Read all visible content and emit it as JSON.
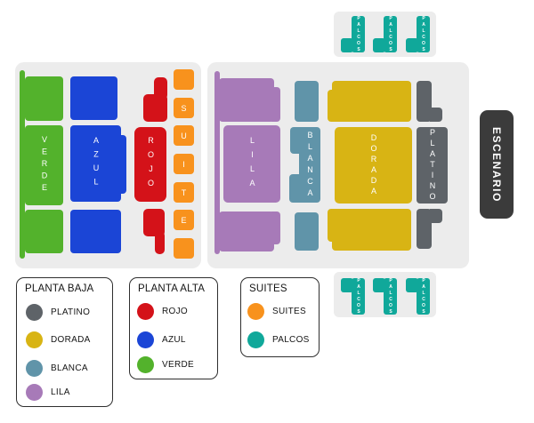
{
  "stage": {
    "label": "ESCENARIO",
    "color": "#3B3B3B"
  },
  "map": {
    "panel_color": "#ECECEC"
  },
  "sections": {
    "verde": {
      "label": "VERDE",
      "color": "#53B22C"
    },
    "azul": {
      "label": "AZUL",
      "color": "#1B45D6"
    },
    "rojo": {
      "label": "ROJO",
      "color": "#D41219"
    },
    "suite": {
      "letters": "SUITE",
      "color": "#F8921D"
    },
    "lila": {
      "label": "LILA",
      "color": "#A77AB8"
    },
    "blanca": {
      "label": "BLANCA",
      "color": "#6094A9"
    },
    "dorada": {
      "label": "DORADA",
      "color": "#D8B414"
    },
    "platino": {
      "label": "PLATINO",
      "color": "#5E6368"
    },
    "palcos": {
      "label": "PALCOS",
      "color": "#10A89A"
    }
  },
  "legends": [
    {
      "title": "PLANTA BAJA",
      "items": [
        {
          "label": "PLATINO",
          "color": "#5E6368"
        },
        {
          "label": "DORADA",
          "color": "#D8B414"
        },
        {
          "label": "BLANCA",
          "color": "#6094A9"
        },
        {
          "label": "LILA",
          "color": "#A77AB8"
        }
      ]
    },
    {
      "title": "PLANTA ALTA",
      "items": [
        {
          "label": "ROJO",
          "color": "#D41219"
        },
        {
          "label": "AZUL",
          "color": "#1B45D6"
        },
        {
          "label": "VERDE",
          "color": "#53B22C"
        }
      ]
    },
    {
      "title": "SUITES",
      "items": [
        {
          "label": "SUITES",
          "color": "#F8921D"
        },
        {
          "label": "PALCOS",
          "color": "#10A89A"
        }
      ]
    }
  ]
}
